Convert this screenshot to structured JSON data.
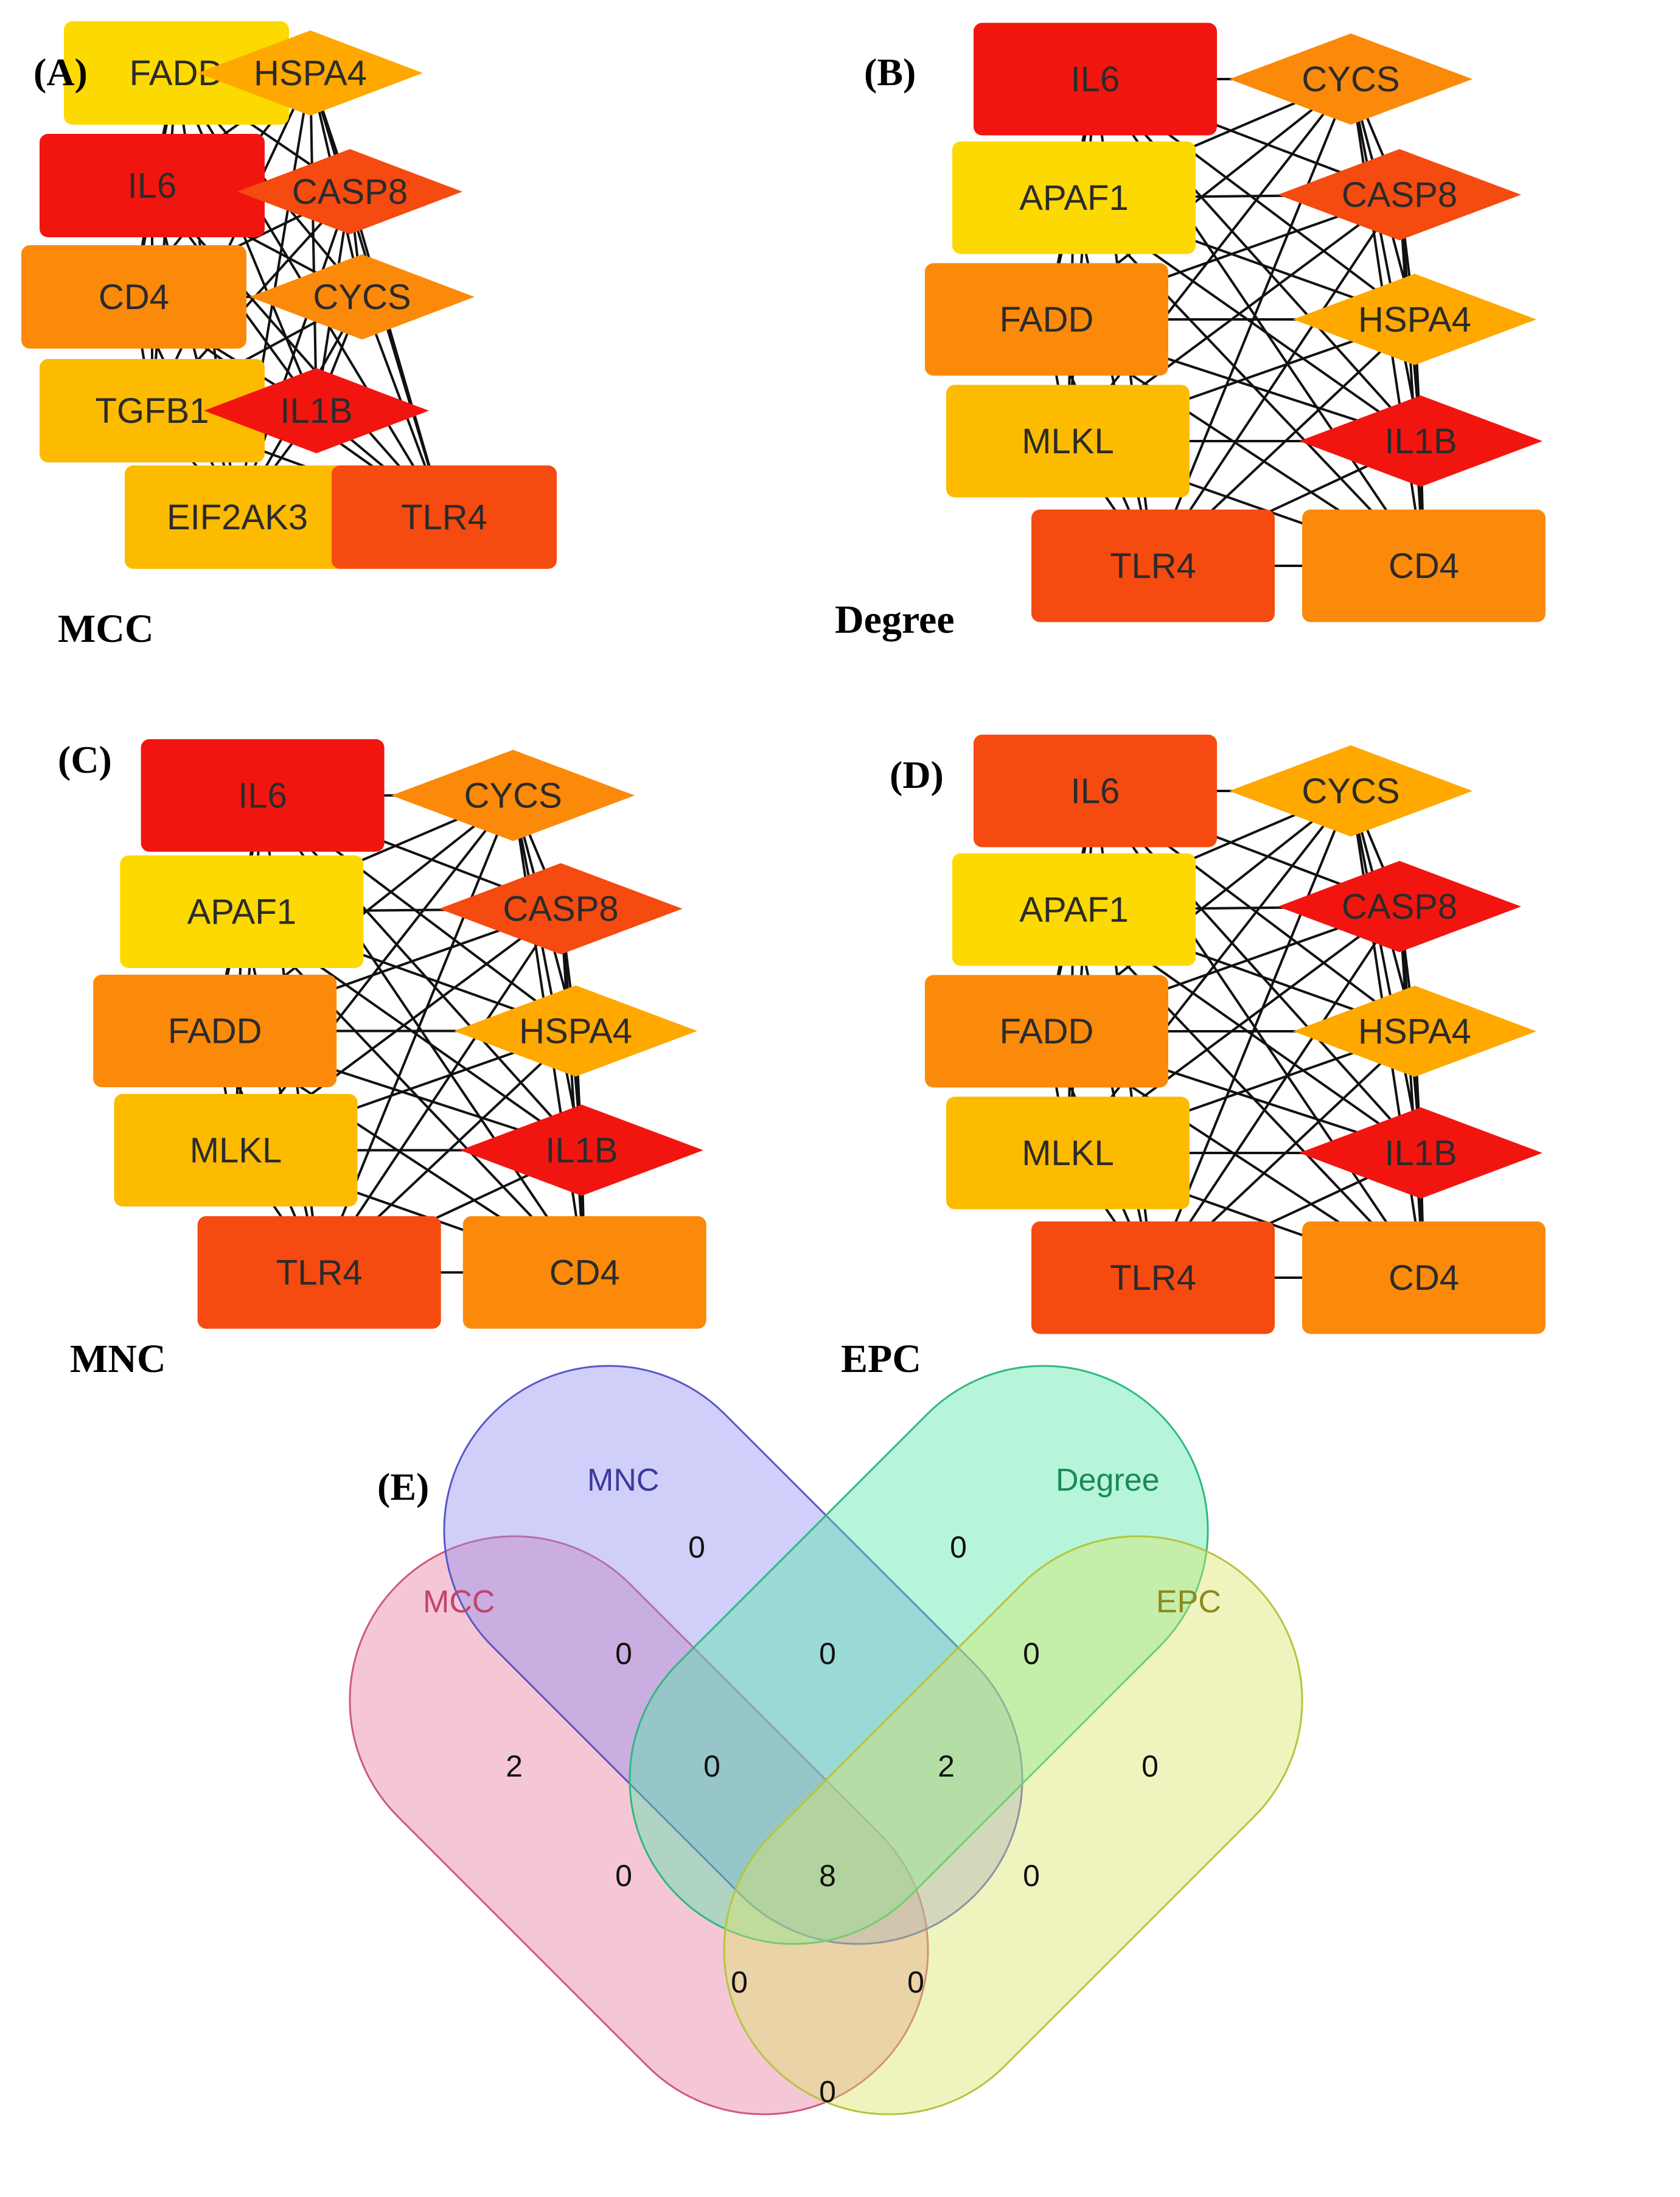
{
  "colors": {
    "red": "#f2150f",
    "orange_red": "#f54a10",
    "orange": "#fb8a0a",
    "light_orange": "#fea800",
    "yellow_orange": "#fdbb00",
    "yellow": "#fcd900",
    "venn_mcc": "#e8799e",
    "venn_mnc": "#8f8cf0",
    "venn_degree": "#52e6a6",
    "venn_epc": "#d8e566",
    "venn_bottom": "#f7b26a"
  },
  "panels": [
    {
      "id": "A",
      "letter": "(A)",
      "method": "MCC",
      "nodes": [
        {
          "label": "FADD",
          "shape": "rect",
          "color": "yellow"
        },
        {
          "label": "HSPA4",
          "shape": "diamond",
          "color": "light_orange"
        },
        {
          "label": "IL6",
          "shape": "rect",
          "color": "red"
        },
        {
          "label": "CASP8",
          "shape": "diamond",
          "color": "orange_red"
        },
        {
          "label": "CD4",
          "shape": "rect",
          "color": "orange"
        },
        {
          "label": "CYCS",
          "shape": "diamond",
          "color": "orange"
        },
        {
          "label": "TGFB1",
          "shape": "rect",
          "color": "yellow_orange"
        },
        {
          "label": "IL1B",
          "shape": "diamond",
          "color": "red"
        },
        {
          "label": "EIF2AK3",
          "shape": "rect",
          "color": "yellow_orange"
        },
        {
          "label": "TLR4",
          "shape": "rect",
          "color": "orange_red"
        }
      ]
    },
    {
      "id": "B",
      "letter": "(B)",
      "method": "Degree",
      "nodes": [
        {
          "label": "IL6",
          "shape": "rect",
          "color": "red"
        },
        {
          "label": "CYCS",
          "shape": "diamond",
          "color": "orange"
        },
        {
          "label": "APAF1",
          "shape": "rect",
          "color": "yellow"
        },
        {
          "label": "CASP8",
          "shape": "diamond",
          "color": "orange_red"
        },
        {
          "label": "FADD",
          "shape": "rect",
          "color": "orange"
        },
        {
          "label": "HSPA4",
          "shape": "diamond",
          "color": "light_orange"
        },
        {
          "label": "MLKL",
          "shape": "rect",
          "color": "yellow_orange"
        },
        {
          "label": "IL1B",
          "shape": "diamond",
          "color": "red"
        },
        {
          "label": "TLR4",
          "shape": "rect",
          "color": "orange_red"
        },
        {
          "label": "CD4",
          "shape": "rect",
          "color": "orange"
        }
      ]
    },
    {
      "id": "C",
      "letter": "(C)",
      "method": "MNC",
      "nodes": [
        {
          "label": "IL6",
          "shape": "rect",
          "color": "red"
        },
        {
          "label": "CYCS",
          "shape": "diamond",
          "color": "orange"
        },
        {
          "label": "APAF1",
          "shape": "rect",
          "color": "yellow"
        },
        {
          "label": "CASP8",
          "shape": "diamond",
          "color": "orange_red"
        },
        {
          "label": "FADD",
          "shape": "rect",
          "color": "orange"
        },
        {
          "label": "HSPA4",
          "shape": "diamond",
          "color": "light_orange"
        },
        {
          "label": "MLKL",
          "shape": "rect",
          "color": "yellow_orange"
        },
        {
          "label": "IL1B",
          "shape": "diamond",
          "color": "red"
        },
        {
          "label": "TLR4",
          "shape": "rect",
          "color": "orange_red"
        },
        {
          "label": "CD4",
          "shape": "rect",
          "color": "orange"
        }
      ]
    },
    {
      "id": "D",
      "letter": "(D)",
      "method": "EPC",
      "nodes": [
        {
          "label": "IL6",
          "shape": "rect",
          "color": "orange_red"
        },
        {
          "label": "CYCS",
          "shape": "diamond",
          "color": "light_orange"
        },
        {
          "label": "APAF1",
          "shape": "rect",
          "color": "yellow"
        },
        {
          "label": "CASP8",
          "shape": "diamond",
          "color": "red"
        },
        {
          "label": "FADD",
          "shape": "rect",
          "color": "orange"
        },
        {
          "label": "HSPA4",
          "shape": "diamond",
          "color": "light_orange"
        },
        {
          "label": "MLKL",
          "shape": "rect",
          "color": "yellow_orange"
        },
        {
          "label": "IL1B",
          "shape": "diamond",
          "color": "red"
        },
        {
          "label": "TLR4",
          "shape": "rect",
          "color": "orange_red"
        },
        {
          "label": "CD4",
          "shape": "rect",
          "color": "orange"
        }
      ]
    }
  ],
  "venn": {
    "letter": "(E)",
    "sets": [
      {
        "name": "MCC",
        "color": "#c2446b"
      },
      {
        "name": "MNC",
        "color": "#3b3b9c"
      },
      {
        "name": "Degree",
        "color": "#1a8a55"
      },
      {
        "name": "EPC",
        "color": "#8a8a1f"
      }
    ],
    "counts": [
      {
        "region": "MNC only",
        "value": "0"
      },
      {
        "region": "Degree only",
        "value": "0"
      },
      {
        "region": "MCC∩MNC",
        "value": "0"
      },
      {
        "region": "MNC∩Degree",
        "value": "0"
      },
      {
        "region": "Degree∩EPC",
        "value": "0"
      },
      {
        "region": "MCC only",
        "value": "2"
      },
      {
        "region": "MCC∩MNC∩Degree",
        "value": "0"
      },
      {
        "region": "MNC∩Degree∩EPC",
        "value": "2"
      },
      {
        "region": "EPC only",
        "value": "0"
      },
      {
        "region": "MCC∩Degree",
        "value": "0"
      },
      {
        "region": "all four",
        "value": "8"
      },
      {
        "region": "MNC∩EPC",
        "value": "0"
      },
      {
        "region": "MCC∩Degree∩EPC",
        "value": "0"
      },
      {
        "region": "MCC∩MNC∩EPC",
        "value": "0"
      },
      {
        "region": "MCC∩EPC",
        "value": "0"
      }
    ]
  }
}
